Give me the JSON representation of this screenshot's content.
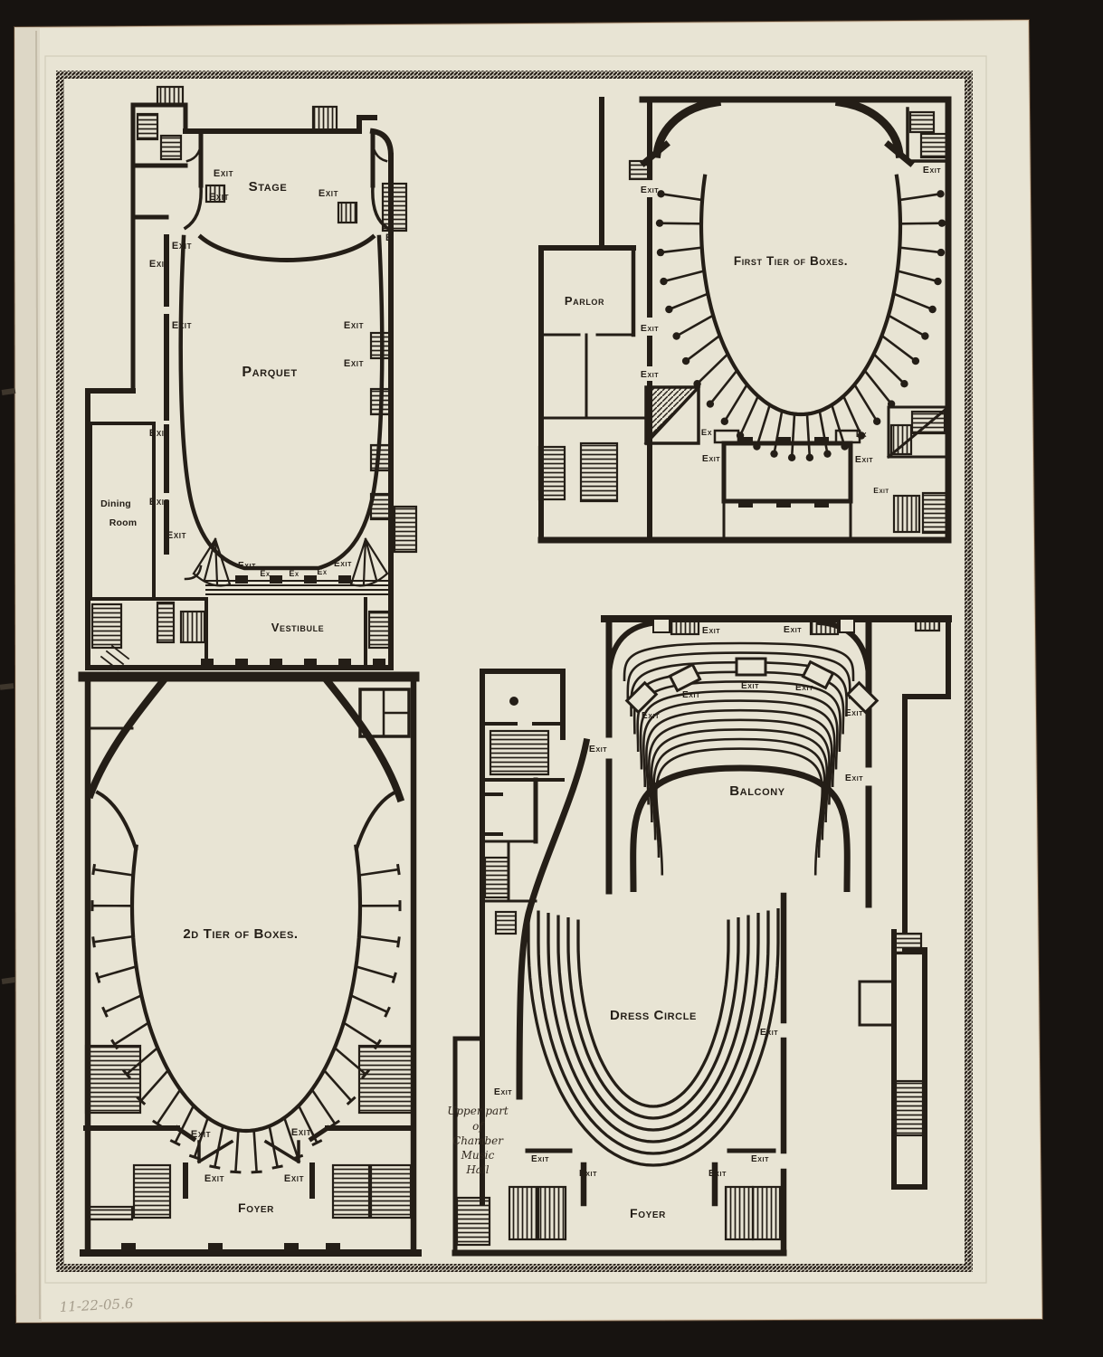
{
  "document": {
    "kind": "Scanned theater floor-plan page (four plans of a concert hall)",
    "handwritten_date": "11-22-05.6"
  },
  "labels": {
    "exit": "Exit",
    "ex": "Ex",
    "e": "E"
  },
  "plans": {
    "parquet": {
      "stage": "Stage",
      "parquet": "Parquet",
      "dining": [
        "Dining",
        "Room"
      ],
      "vestibule": "Vestibule"
    },
    "first_tier": {
      "title": "First Tier of Boxes.",
      "parlor": "Parlor"
    },
    "second_tier": {
      "title": "2d Tier of Boxes.",
      "foyer": "Foyer"
    },
    "balcony_level": {
      "balcony": "Balcony",
      "dress_circle": "Dress Circle",
      "foyer": "Foyer",
      "chamber": [
        "Upper part",
        "of",
        "Chamber",
        "Music",
        "Hall"
      ]
    }
  },
  "colors": {
    "paper": "#e8e4d4",
    "ink": "#241e17",
    "backdrop": "#171310",
    "pencil": "#a59d8c"
  }
}
